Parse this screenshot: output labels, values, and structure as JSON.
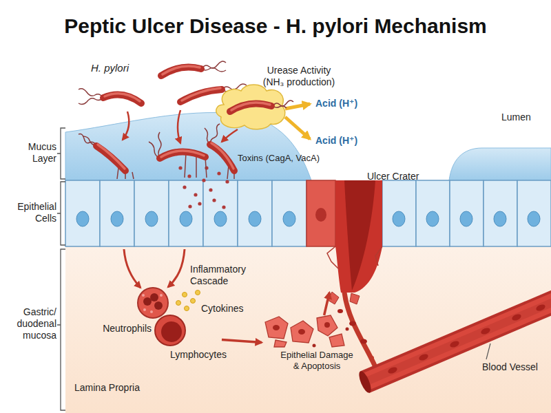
{
  "diagram": {
    "title": "Peptic Ulcer Disease - H. pylori Mechanism",
    "nodes": [
      {
        "text": [
          "Urease Activity (NH₃ production)"
        ]
      },
      {
        "text": [
          "Ulcer Crater"
        ]
      },
      {
        "text": [
          "Neutrophils"
        ]
      },
      {
        "text": [
          "Lymphocytes"
        ]
      },
      {
        "text": [
          "Epithelial Damage & Apoptosis"
        ]
      },
      {
        "text": [
          "Blood Vessel"
        ]
      }
    ],
    "edges": [
      {
        "from": 3,
        "to": 4,
        "arrow": "to"
      },
      {
        "from": 4,
        "to": 1,
        "arrow": "to"
      }
    ],
    "labels": [
      "H. pylori",
      "Acid (H⁺)",
      "Acid (H⁺)",
      "Lumen",
      "Toxins (CagA, VacA)",
      "Mucus Layer",
      "Epithelial Cells",
      "Inflammatory Cascade",
      "Cytokines",
      "Gastric/ duodenal mucosa",
      "Lamina Propria"
    ]
  }
}
